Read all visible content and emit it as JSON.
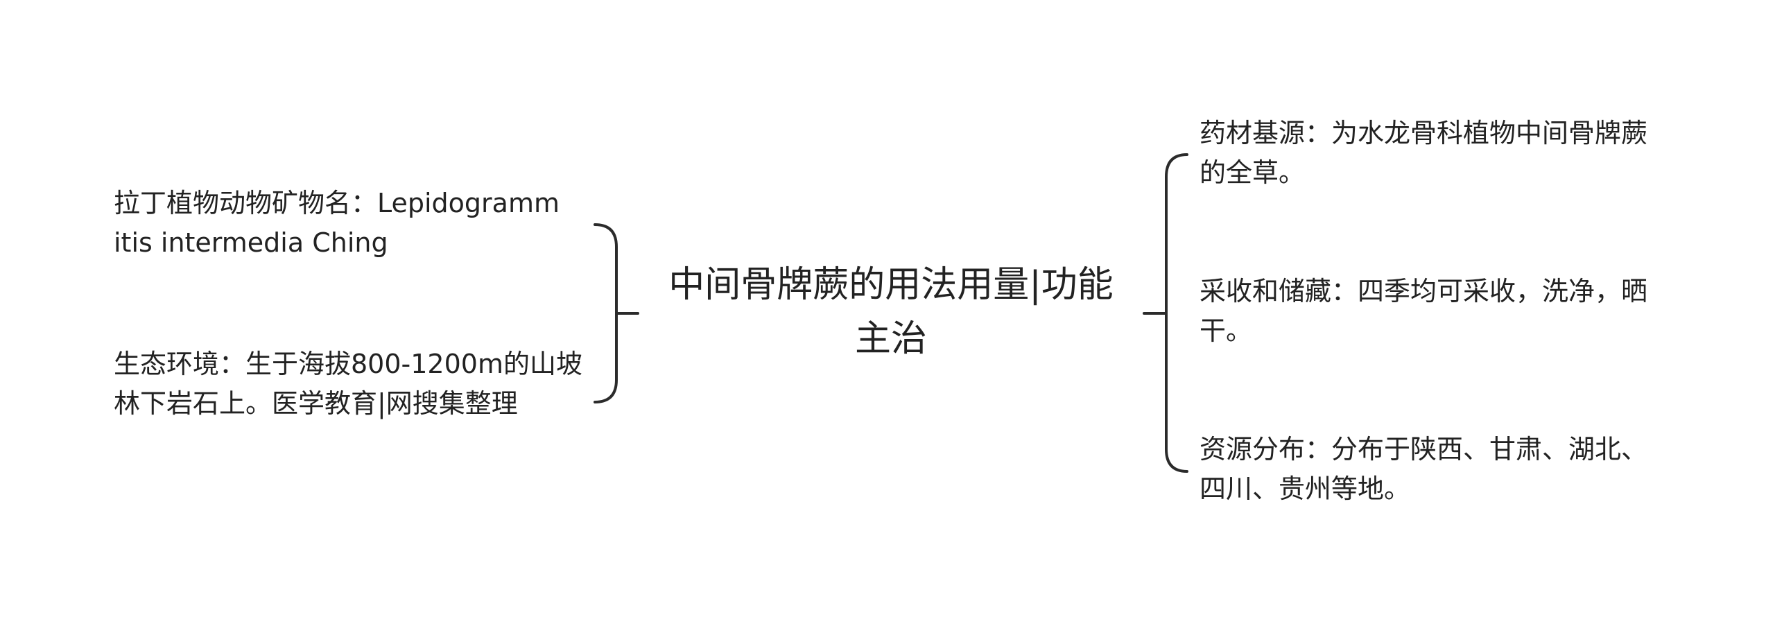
{
  "center_topic": "中间骨牌蕨的用法用量|功能主治",
  "left_branches": [
    "拉丁植物动物矿物名：Lepidogrammitis intermedia Ching",
    "生态环境：生于海拔800-1200m的山坡林下岩石上。医学教育|网搜集整理"
  ],
  "right_branches": [
    "药材基源：为水龙骨科植物中间骨牌蕨的全草。",
    "采收和储藏：四季均可采收，洗净，晒干。",
    "资源分布：分布于陕西、甘肃、湖北、四川、贵州等地。"
  ],
  "colors": {
    "background": "#ffffff",
    "text": "#222222",
    "connector": "#2b2b2b"
  }
}
